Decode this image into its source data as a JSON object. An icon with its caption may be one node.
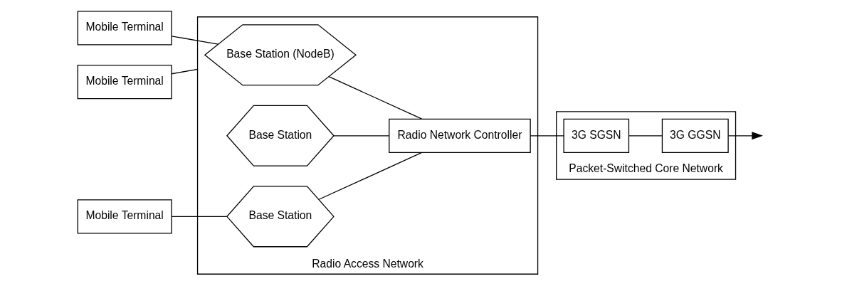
{
  "diagram": {
    "nodes": [
      {
        "text": [
          "Radio Access Network"
        ]
      },
      {
        "text": [
          "Packet-Switched Core Network"
        ]
      },
      {
        "text": [
          "Mobile Terminal"
        ]
      },
      {
        "text": [
          "Mobile Terminal"
        ]
      },
      {
        "text": [
          "Mobile Terminal"
        ]
      },
      {
        "text": [
          "Base Station (NodeB)"
        ],
        "in": 0
      },
      {
        "text": [
          "Base Station"
        ],
        "in": 0
      },
      {
        "text": [
          "Base Station"
        ],
        "in": 0
      },
      {
        "text": [
          "Radio Network Controller"
        ],
        "in": 0
      },
      {
        "text": [
          "3G SGSN"
        ],
        "in": 1
      },
      {
        "text": [
          "3G GGSN"
        ],
        "in": 1
      }
    ],
    "edges": [
      {
        "from": 2,
        "to": 5,
        "arrow": "none"
      },
      {
        "from": 3,
        "to": 0,
        "arrow": "none"
      },
      {
        "from": 4,
        "to": 7,
        "arrow": "none"
      },
      {
        "from": 5,
        "to": 8,
        "arrow": "none"
      },
      {
        "from": 6,
        "to": 8,
        "arrow": "none"
      },
      {
        "from": 7,
        "to": 8,
        "arrow": "none"
      },
      {
        "from": 8,
        "to": 9,
        "arrow": "none"
      },
      {
        "from": 9,
        "to": 10,
        "arrow": "none"
      },
      {
        "from": 10,
        "to": null,
        "arrow": "to"
      }
    ]
  }
}
